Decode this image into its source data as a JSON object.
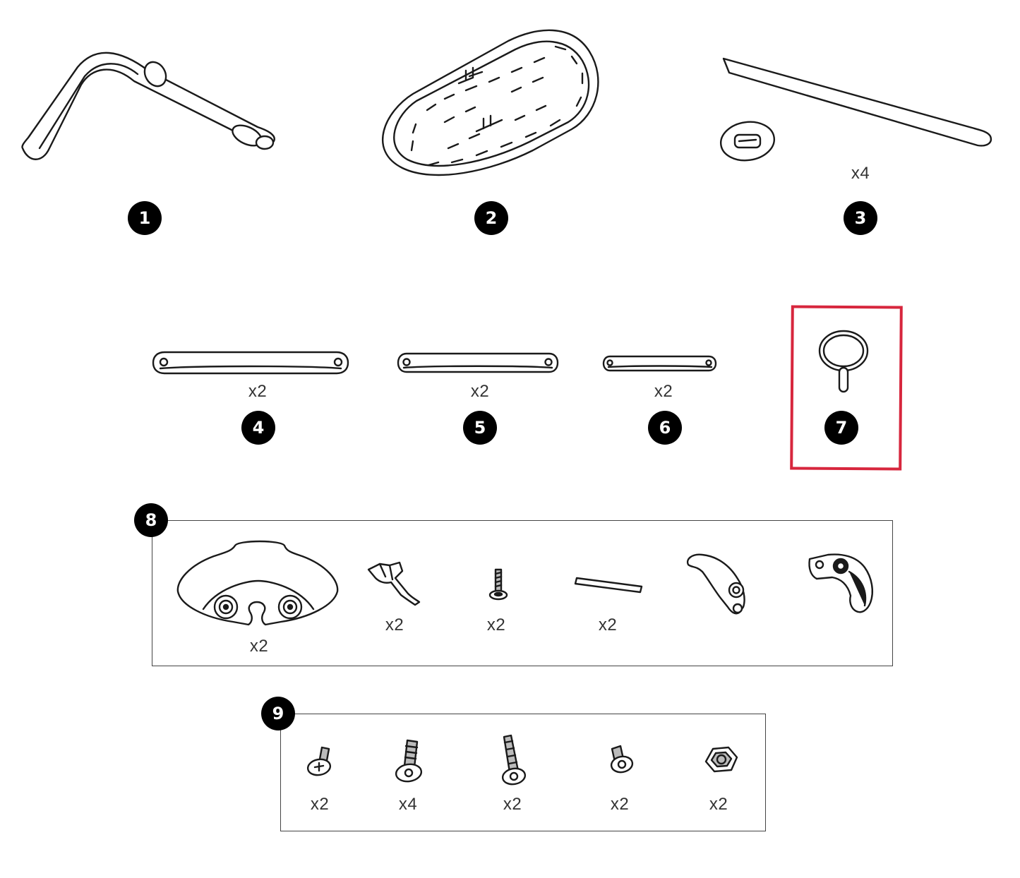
{
  "parts": [
    {
      "id": "1",
      "number": "1",
      "name": "tube-frame"
    },
    {
      "id": "2",
      "number": "2",
      "name": "perforated-pad"
    },
    {
      "id": "3",
      "number": "3",
      "name": "strap-with-buckle",
      "qty": "x4"
    },
    {
      "id": "4",
      "number": "4",
      "name": "long-link-bar",
      "qty": "x2"
    },
    {
      "id": "5",
      "number": "5",
      "name": "medium-link-bar",
      "qty": "x2"
    },
    {
      "id": "6",
      "number": "6",
      "name": "short-link-bar",
      "qty": "x2"
    },
    {
      "id": "7",
      "number": "7",
      "name": "key-tool",
      "highlighted": true,
      "highlight_color": "#d7263d"
    }
  ],
  "group8": {
    "number": "8",
    "items": [
      {
        "name": "mount-clamp",
        "qty": "x2"
      },
      {
        "name": "lever-pin",
        "qty": "x2"
      },
      {
        "name": "small-screw",
        "qty": "x2"
      },
      {
        "name": "rod",
        "qty": "x2"
      },
      {
        "name": "hook-left",
        "qty": ""
      },
      {
        "name": "hook-right",
        "qty": ""
      }
    ]
  },
  "group9": {
    "number": "9",
    "items": [
      {
        "name": "pan-head-screw",
        "qty": "x2"
      },
      {
        "name": "medium-bolt",
        "qty": "x4"
      },
      {
        "name": "long-bolt",
        "qty": "x2"
      },
      {
        "name": "short-bolt",
        "qty": "x2"
      },
      {
        "name": "hex-nut",
        "qty": "x2"
      }
    ]
  }
}
